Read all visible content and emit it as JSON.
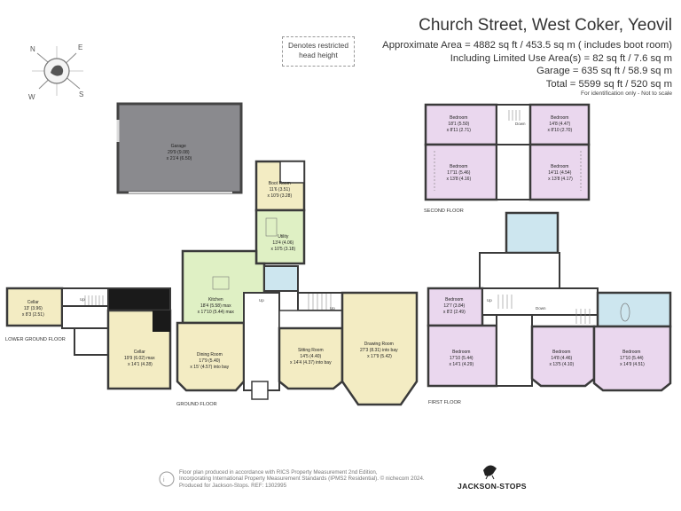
{
  "header": {
    "title": "Church Street, West Coker, Yeovil",
    "area_lines": [
      "Approximate Area = 4882 sq ft / 453.5 sq m ( includes boot room)",
      "Including Limited Use Area(s) = 82 sq ft / 7.6 sq m",
      "Garage = 635 sq ft / 58.9 sq m",
      "Total = 5599 sq ft / 520 sq m"
    ],
    "note": "For identification only - Not to scale"
  },
  "legend": {
    "line1": "Denotes restricted",
    "line2": "head height"
  },
  "compass": {
    "n": "N",
    "e": "E",
    "s": "S",
    "w": "W"
  },
  "floors": {
    "lower_ground": "LOWER GROUND FLOOR",
    "ground": "GROUND FLOOR",
    "first": "FIRST FLOOR",
    "second": "SECOND FLOOR"
  },
  "rooms": {
    "garage": [
      "Garage",
      "29'9 (9.08)",
      "x 21'4 (6.50)"
    ],
    "boot_room": [
      "Boot Room",
      "11'6 (3.51)",
      "x 10'9 (3.28)"
    ],
    "utility": [
      "Utility",
      "13'4 (4.06)",
      "x 10'5 (3.18)"
    ],
    "kitchen": [
      "Kitchen",
      "18'4 (5.58) max",
      "x 17'10 (5.44) max"
    ],
    "dining_room": [
      "Dining Room",
      "17'9 (5.40)",
      "x 15' (4.57) into bay"
    ],
    "sitting_room": [
      "Sitting Room",
      "14'5 (4.40)",
      "x 14'4 (4.37) into bay"
    ],
    "drawing_room": [
      "Drawing Room",
      "27'3 (8.31) into bay",
      "x 17'9 (5.42)"
    ],
    "cellar_small": [
      "Cellar",
      "13' (3.96)",
      "x 8'3 (2.51)"
    ],
    "cellar_large": [
      "Cellar",
      "19'9 (6.02) max",
      "x 14'1 (4.28)"
    ],
    "ff_bed_small": [
      "Bedroom",
      "12'7 (3.84)",
      "x 8'2 (2.49)"
    ],
    "ff_bed_1": [
      "Bedroom",
      "17'10 (5.44)",
      "x 14'1 (4.29)"
    ],
    "ff_bed_2": [
      "Bedroom",
      "14'8 (4.46)",
      "x 13'5 (4.10)"
    ],
    "ff_bed_3": [
      "Bedroom",
      "17'10 (5.44)",
      "x 14'9 (4.51)"
    ],
    "sf_bed_tl": [
      "Bedroom",
      "18'1 (5.50)",
      "x 8'11 (2.71)"
    ],
    "sf_bed_tr": [
      "Bedroom",
      "14'8 (4.47)",
      "x 8'10 (2.70)"
    ],
    "sf_bed_bl": [
      "Bedroom",
      "17'11 (5.46)",
      "x 13'8 (4.16)"
    ],
    "sf_bed_br": [
      "Bedroom",
      "14'11 (4.54)",
      "x 13'8 (4.17)"
    ]
  },
  "stairs": {
    "up": "Up",
    "down": "Down"
  },
  "footer": {
    "line1": "Floor plan produced in accordance with RICS Property Measurement 2nd Edition,",
    "line2": "Incorporating International Property Measurement Standards (IPMS2 Residential).  © nichecom 2024.",
    "line3": "Produced for Jackson-Stops.  REF: 1302995",
    "brand": "JACKSON-STOPS"
  },
  "colors": {
    "kitchen": "#dff0c4",
    "cellar": "#f3ecc3",
    "drawing": "#f3ecc3",
    "bedroom": "#ead7ee",
    "bathroom": "#cde6ef",
    "garage": "#8a8a8e",
    "walls": "#3a3a3a"
  }
}
